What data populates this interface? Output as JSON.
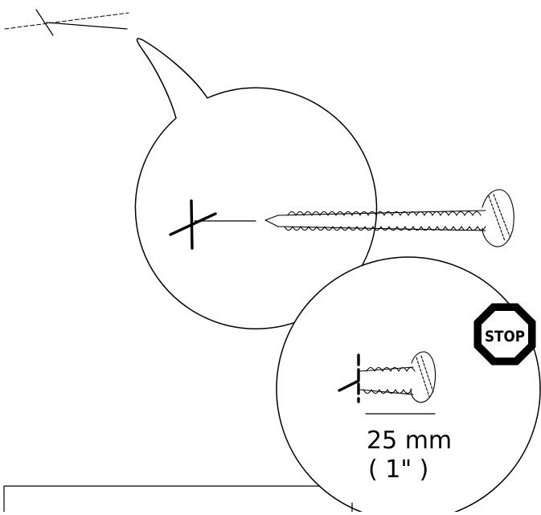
{
  "annotations": {
    "stop_sign": "STOP",
    "screw_depth_metric": "25 mm",
    "screw_depth_imperial": "( 1\" )"
  },
  "colors": {
    "ink": "#000000",
    "background": "#ffffff"
  },
  "icons": {
    "stop": "stop-sign-icon",
    "screw": "wood-screw-icon",
    "mark": "cross-mark-icon"
  }
}
